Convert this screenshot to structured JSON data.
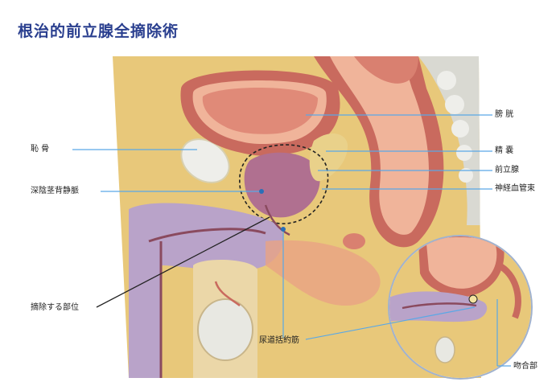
{
  "title": "根治的前立腺全摘除術",
  "labels": {
    "bladder": "膀 胱",
    "pubic_bone": "恥 骨",
    "seminal_vesicle": "精 嚢",
    "prostate": "前立腺",
    "deep_dorsal_vein": "深陰茎背静脈",
    "neurovascular_bundle": "神経血管束",
    "resection_site": "摘除する部位",
    "urethral_sphincter": "尿道括約筋",
    "anastomosis": "吻合部"
  },
  "colors": {
    "title": "#2a3f8f",
    "pointer_line": "#5aa8e6",
    "fat_tissue": "#e8c87a",
    "muscle": "#c96a5e",
    "mucosa": "#f0b49a",
    "penis": "#b9a3c9",
    "bone": "#eeeeea"
  }
}
